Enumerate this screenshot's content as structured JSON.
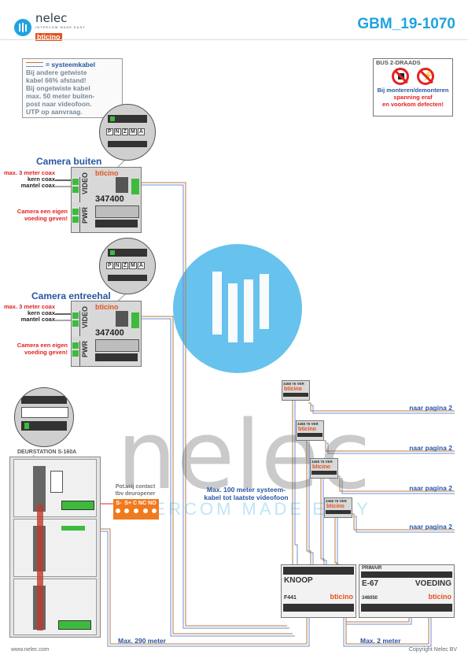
{
  "header": {
    "logo_name": "nelec",
    "logo_sub": "INTERCOM MADE EASY",
    "brand": "bticino",
    "doc_id": "GBM_19-1070"
  },
  "legend": {
    "title": "= systeemkabel",
    "lines": [
      "Bij andere getwiste",
      "kabel 66% afstand!",
      "Bij ongetwiste kabel",
      "max. 50 meter buiten-",
      "post naar videofoon.",
      "UTP op aanvraag."
    ]
  },
  "warning": {
    "title": "BUS 2-DRAADS",
    "lines": [
      "Bij monteren/demonteren",
      "spanning eraf",
      "en voorkom defecten!"
    ]
  },
  "camera_buiten": {
    "title": "Camera buiten",
    "coax_max": "max. 3 meter coax",
    "kern": "kern coax",
    "mantel": "mantel coax",
    "power_note": [
      "Camera een eigen",
      "voeding geven!"
    ],
    "model": "347400",
    "brand": "bticino",
    "labels": [
      "P",
      "N",
      "Z",
      "M",
      "A"
    ],
    "video": "VIDEO",
    "pwr": "PWR"
  },
  "camera_entreehal": {
    "title": "Camera entreehal",
    "coax_max": "max. 3 meter coax",
    "kern": "kern coax",
    "mantel": "mantel coax",
    "power_note": [
      "Camera een eigen",
      "voeding geven!"
    ],
    "model": "347400",
    "brand": "bticino"
  },
  "deurstation": {
    "title": "DEURSTATION S-160A",
    "contact_note": [
      "Pot.vrij contact",
      "tbv deuropener"
    ],
    "contact_labels": "S-  S+ C NC NO"
  },
  "videofoons": [
    {
      "model": "3468 76",
      "ver": "VER",
      "brand": "bticino",
      "link": "naar pagina 2"
    },
    {
      "model": "3468 76",
      "ver": "VER",
      "brand": "bticino",
      "link": "naar pagina 2"
    },
    {
      "model": "3468 76",
      "ver": "VER",
      "brand": "bticino",
      "link": "naar pagina 2"
    },
    {
      "model": "3468 76",
      "ver": "VER",
      "brand": "bticino",
      "link": "naar pagina 2"
    }
  ],
  "max_100": [
    "Max. 100 meter systeem-",
    "kabel tot laatste videofoon"
  ],
  "knoop": {
    "name": "KNOOP",
    "code": "F441",
    "brand": "bticino"
  },
  "voeding": {
    "header": "PRIMAIR",
    "name": "E-67",
    "label": "VOEDING",
    "code": "346050",
    "brand": "bticino"
  },
  "cables": {
    "max_290": "Max. 290 meter",
    "max_2": "Max. 2 meter"
  },
  "footer": {
    "website": "www.nelec.com",
    "copyright": "Copyright Nelec BV"
  },
  "watermark": {
    "text": "nelec",
    "sub": "INTERCOM MADE EASY"
  },
  "colors": {
    "accent": "#1fa3e0",
    "navy": "#2856a3",
    "red": "#e32222",
    "orange": "#f07a1e"
  }
}
